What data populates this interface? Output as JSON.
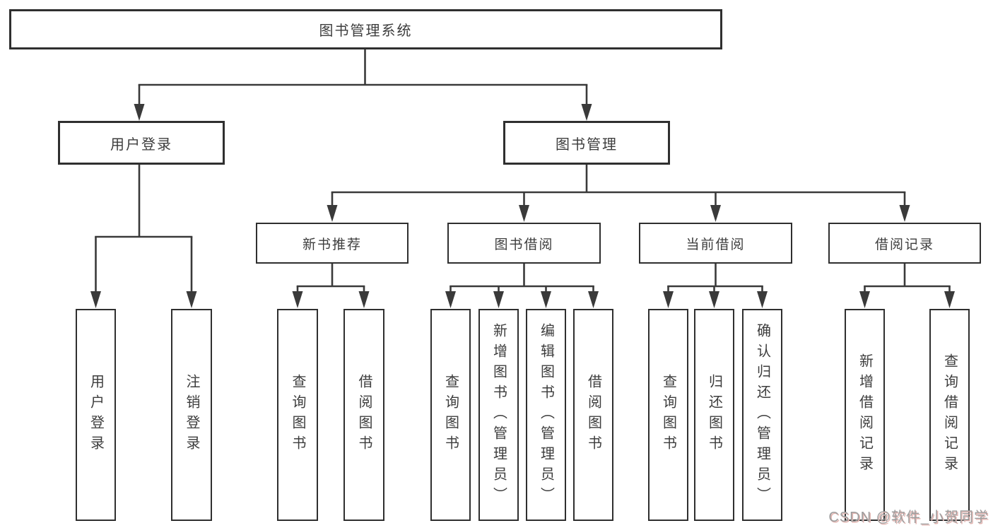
{
  "tree": {
    "label": "图书管理系统",
    "children": [
      {
        "label": "用户登录",
        "children": [
          {
            "label": "用户登录"
          },
          {
            "label": "注销登录"
          }
        ]
      },
      {
        "label": "图书管理",
        "children": [
          {
            "label": "新书推荐",
            "children": [
              {
                "label": "查询图书"
              },
              {
                "label": "借阅图书"
              }
            ]
          },
          {
            "label": "图书借阅",
            "children": [
              {
                "label": "查询图书"
              },
              {
                "label": "新增图书（管理员）"
              },
              {
                "label": "编辑图书（管理员）"
              },
              {
                "label": "借阅图书"
              }
            ]
          },
          {
            "label": "当前借阅",
            "children": [
              {
                "label": "查询图书"
              },
              {
                "label": "归还图书"
              },
              {
                "label": "确认归还（管理员）"
              }
            ]
          },
          {
            "label": "借阅记录",
            "children": [
              {
                "label": "新增借阅记录"
              },
              {
                "label": "查询借阅记录"
              }
            ]
          }
        ]
      }
    ]
  },
  "watermark": "CSDN @软件_小贺同学",
  "colors": {
    "line": "#3a3a3a",
    "border": "#2f2f2f",
    "text": "#3d3d3d",
    "background": "#ffffff",
    "watermark": "#9e9e9e",
    "watermark_shadow": "#e3b6b2"
  }
}
